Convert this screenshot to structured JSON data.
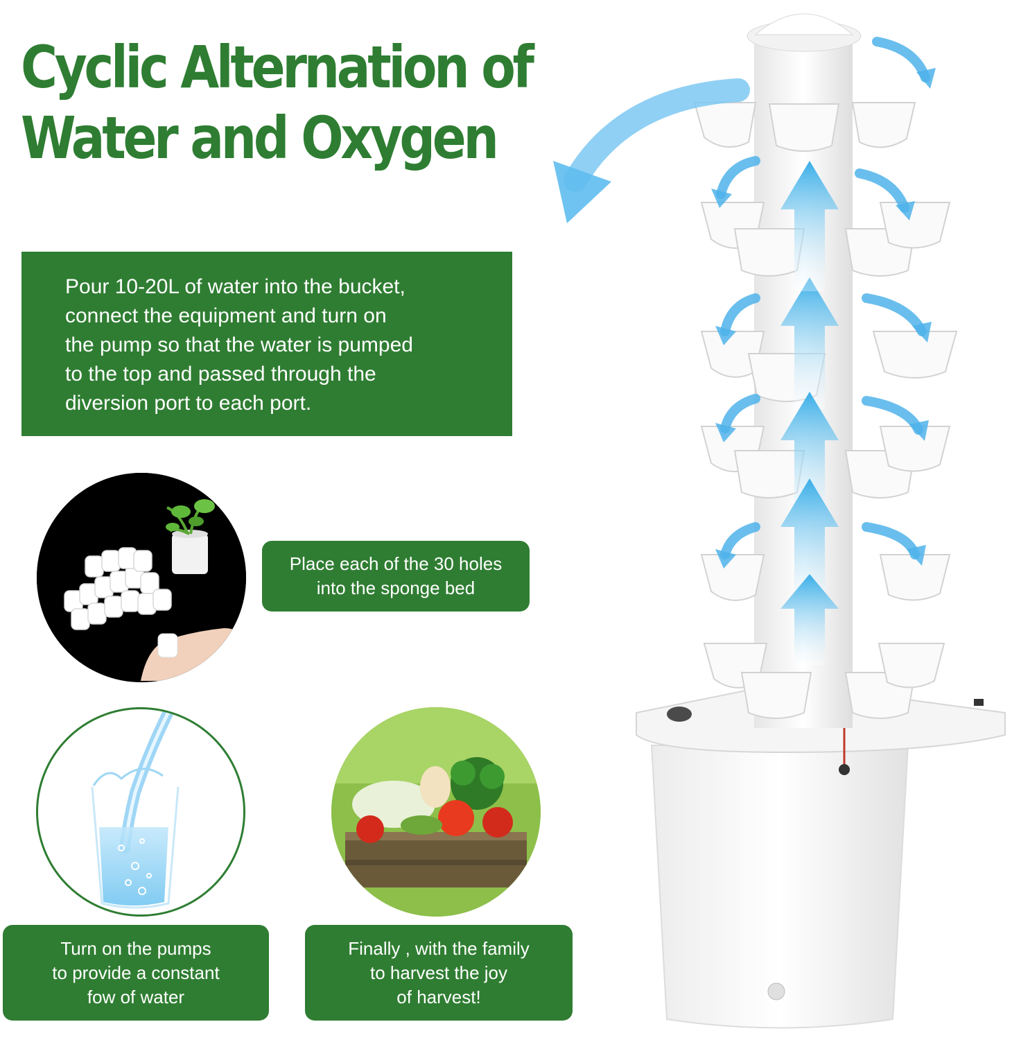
{
  "headline": {
    "line1": "Cyclic Alternation of",
    "line2": "Water and Oxygen"
  },
  "intro": {
    "lines": [
      "Pour 10-20L of water into the bucket,",
      "connect the equipment and turn on",
      "the pump so that the water is pumped",
      "to the top and passed through the",
      "diversion port to each port."
    ]
  },
  "steps": {
    "sponge": {
      "lines": [
        "Place each of the 30 holes",
        "into the sponge bed"
      ]
    },
    "pumps": {
      "lines": [
        "Turn on the pumps",
        "to provide a constant",
        "fow of water"
      ]
    },
    "harvest": {
      "lines": [
        "Finally , with the family",
        "to harvest the joy",
        "of harvest!"
      ]
    }
  },
  "colors": {
    "brand_green": "#2e7d32",
    "arrow_blue": "#4fb3ea",
    "tower_white": "#f4f4f4"
  },
  "icons": [
    "sponge-photo",
    "water-glass-photo",
    "vegetables-photo",
    "hydroponic-tower-photo",
    "airflow-arrow-icon"
  ]
}
